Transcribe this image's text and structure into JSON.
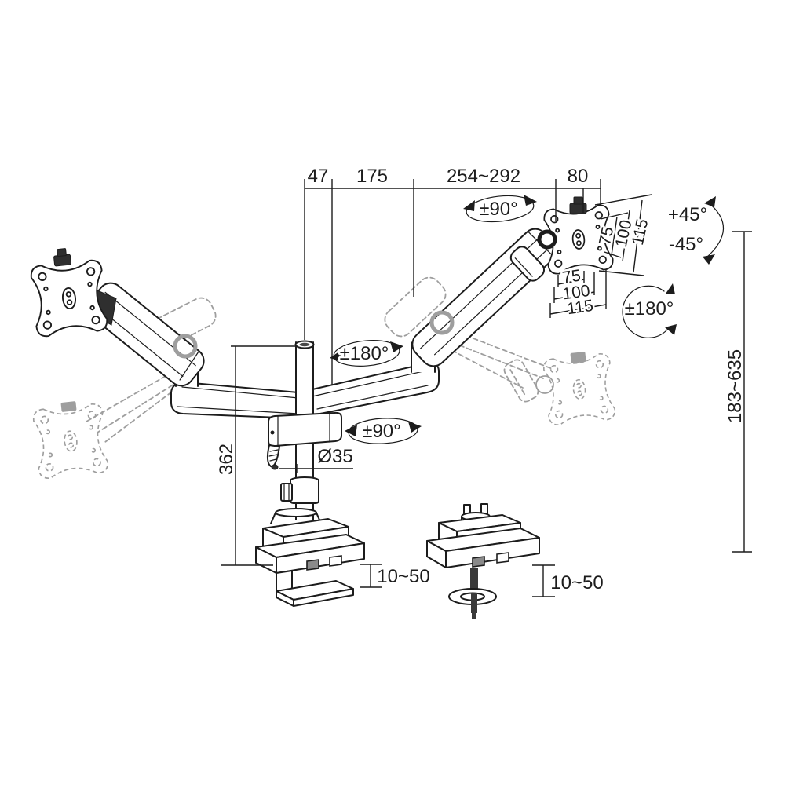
{
  "figure": {
    "name": "Dual monitor arm dimensional drawing",
    "ink_color": "#1c1c1c",
    "phantom_color": "#9e9e9e"
  },
  "dims": {
    "top_offset": "47",
    "top_pole_to_elbow": "175",
    "top_arm_reach": "254~292",
    "top_vesa_width": "80",
    "height_range": "183~635",
    "pole_height": "362",
    "pole_diameter": "Ø35",
    "clamp_range": "10~50",
    "grommet_range": "10~50",
    "vesa_side_75": "75",
    "vesa_side_100": "100",
    "vesa_side_115": "115",
    "vesa_bottom_75": "75",
    "vesa_bottom_100": "100",
    "vesa_bottom_115": "115"
  },
  "angles": {
    "swivel_top": "±90°",
    "rotate_mid": "±180°",
    "swivel_base": "±90°",
    "tilt_up": "+45°",
    "tilt_down": "-45°",
    "vesa_rotate": "±180°"
  }
}
